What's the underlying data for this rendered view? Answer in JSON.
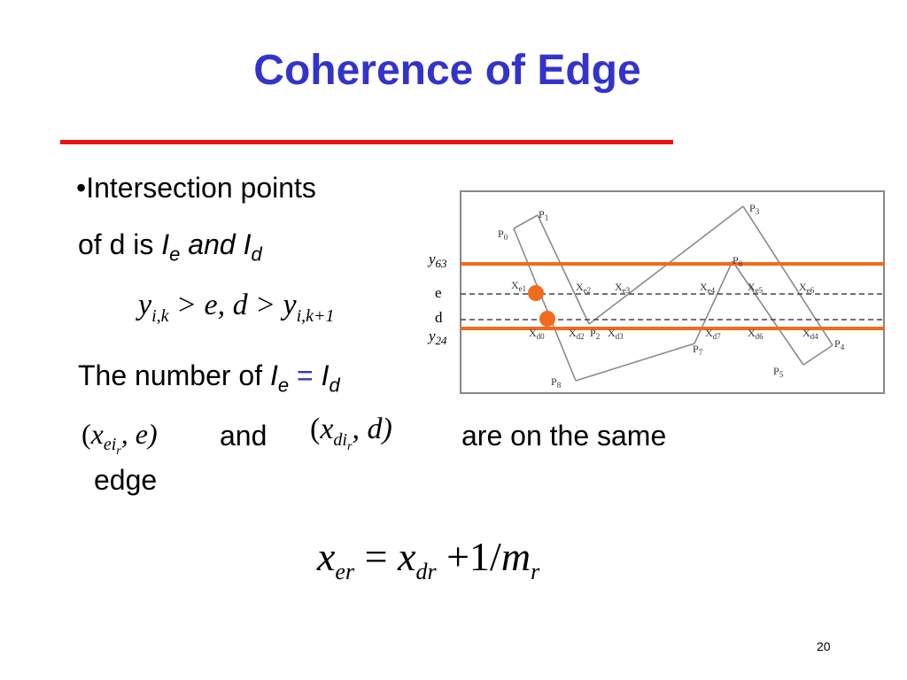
{
  "slide": {
    "title": "Coherence of Edge",
    "page_number": "20",
    "bullet_symbol": "•",
    "bullet_line1": "Intersection points",
    "bullet_line2_prefix": "of d is",
    "bullet_line2_ie_var": "I",
    "bullet_line2_ie_sub": "e",
    "bullet_line2_and": "and I",
    "bullet_line2_id_sub": "d",
    "inequality": {
      "y1": "y",
      "y1_sub": "i,k",
      "middle": "> e, d >",
      "y2": "y",
      "y2_sub": "i,k+1"
    },
    "number_line": {
      "prefix": "The number of",
      "var1": "I",
      "var1_sub": "e",
      "equals": "=",
      "var2": "I",
      "var2_sub": "d"
    },
    "pair1": {
      "open": "(",
      "x": "x",
      "x_sub": "ei",
      "x_subsub": "r",
      "rest": ", e)"
    },
    "and_text": "and",
    "pair2": {
      "open": "(",
      "x": "x",
      "x_sub": "di",
      "x_subsub": "r",
      "rest": ", d)"
    },
    "same_edge_line1": "are on the same",
    "same_edge_line2": "edge",
    "formula": {
      "lhs": "x",
      "lhs_sub": "er",
      "eq": "=",
      "x2": "x",
      "x2_sub": "dr",
      "plus": "+1/",
      "m": "m",
      "m_sub": "r"
    }
  },
  "figure": {
    "side_labels": {
      "y63": "y",
      "y63_sub": "63",
      "e": "e",
      "d": "d",
      "y24": "y",
      "y24_sub": "24"
    },
    "point_labels": {
      "P0": "P",
      "P0_sub": "0",
      "P1": "P",
      "P1_sub": "1",
      "P3": "P",
      "P3_sub": "3",
      "P6": "P",
      "P6_sub": "6",
      "P7": "P",
      "P7_sub": "7",
      "P4": "P",
      "P4_sub": "4",
      "P5": "P",
      "P5_sub": "5",
      "P8": "P",
      "P8_sub": "8",
      "P2": "P",
      "P2_sub": "2"
    },
    "intersection_labels": {
      "xe1": "X",
      "xe1_sub": "e1",
      "xe2": "X",
      "xe2_sub": "e2",
      "xe3": "X",
      "xe3_sub": "e3",
      "xe4": "X",
      "xe4_sub": "e4",
      "xe5": "X",
      "xe5_sub": "e5",
      "xe6": "X",
      "xe6_sub": "e6",
      "xd0": "X",
      "xd0_sub": "d0",
      "xd2": "X",
      "xd2_sub": "d2",
      "xd3": "X",
      "xd3_sub": "d3",
      "xd7": "X",
      "xd7_sub": "d7",
      "xd6": "X",
      "xd6_sub": "d6",
      "xd4": "X",
      "xd4_sub": "d4"
    },
    "colors": {
      "scanline": "#f26b1d",
      "dot": "#f26b1d",
      "polygon": "#8a8a8a",
      "dashed": "#444444",
      "title": "#3333cc",
      "rule": "#ee1111"
    }
  }
}
